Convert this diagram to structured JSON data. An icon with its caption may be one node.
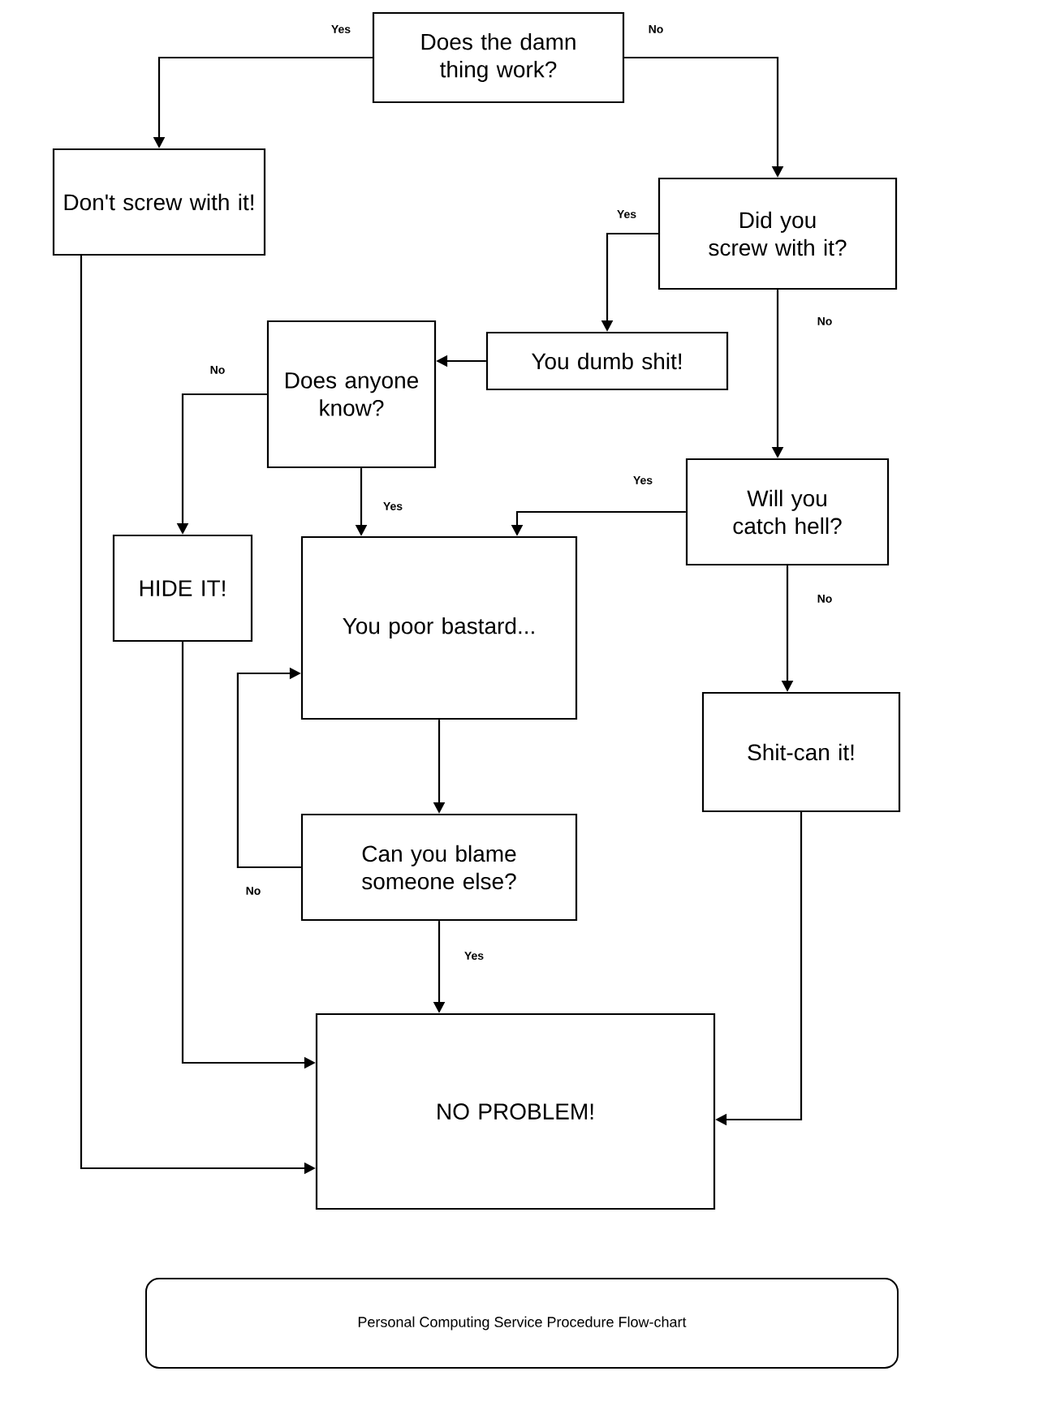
{
  "diagram": {
    "caption": "Personal Computing Service Procedure Flow-chart",
    "nodes": [
      {
        "text": [
          "Does the damn thing work?"
        ]
      },
      {
        "text": [
          "Don't screw with it!"
        ]
      },
      {
        "text": [
          "Did you screw with it?"
        ]
      },
      {
        "text": [
          "You dumb shit!"
        ]
      },
      {
        "text": [
          "Does anyone know?"
        ]
      },
      {
        "text": [
          "Will you catch hell?"
        ]
      },
      {
        "text": [
          "HIDE IT!"
        ]
      },
      {
        "text": [
          "You poor bastard..."
        ]
      },
      {
        "text": [
          "Shit-can it!"
        ]
      },
      {
        "text": [
          "Can you blame someone else?"
        ]
      },
      {
        "text": [
          "NO PROBLEM!"
        ]
      }
    ],
    "edges": [
      {
        "from": 0,
        "to": 1,
        "arrow": "to",
        "label": "Yes"
      },
      {
        "from": 0,
        "to": 2,
        "arrow": "to",
        "label": "No"
      },
      {
        "from": 2,
        "to": 3,
        "arrow": "to",
        "label": "Yes"
      },
      {
        "from": 2,
        "to": 5,
        "arrow": "to",
        "label": "No"
      },
      {
        "from": 3,
        "to": 4,
        "arrow": "to"
      },
      {
        "from": 4,
        "to": 6,
        "arrow": "to",
        "label": "No"
      },
      {
        "from": 4,
        "to": 7,
        "arrow": "to",
        "label": "Yes"
      },
      {
        "from": 5,
        "to": 7,
        "arrow": "to",
        "label": "Yes"
      },
      {
        "from": 5,
        "to": 8,
        "arrow": "to",
        "label": "No"
      },
      {
        "from": 7,
        "to": 9,
        "arrow": "to"
      },
      {
        "from": 9,
        "to": 7,
        "arrow": "to",
        "label": "No"
      },
      {
        "from": 9,
        "to": 10,
        "arrow": "to",
        "label": "Yes"
      },
      {
        "from": 6,
        "to": 10,
        "arrow": "to"
      },
      {
        "from": 1,
        "to": 10,
        "arrow": "to"
      },
      {
        "from": 8,
        "to": 10,
        "arrow": "to"
      }
    ]
  }
}
